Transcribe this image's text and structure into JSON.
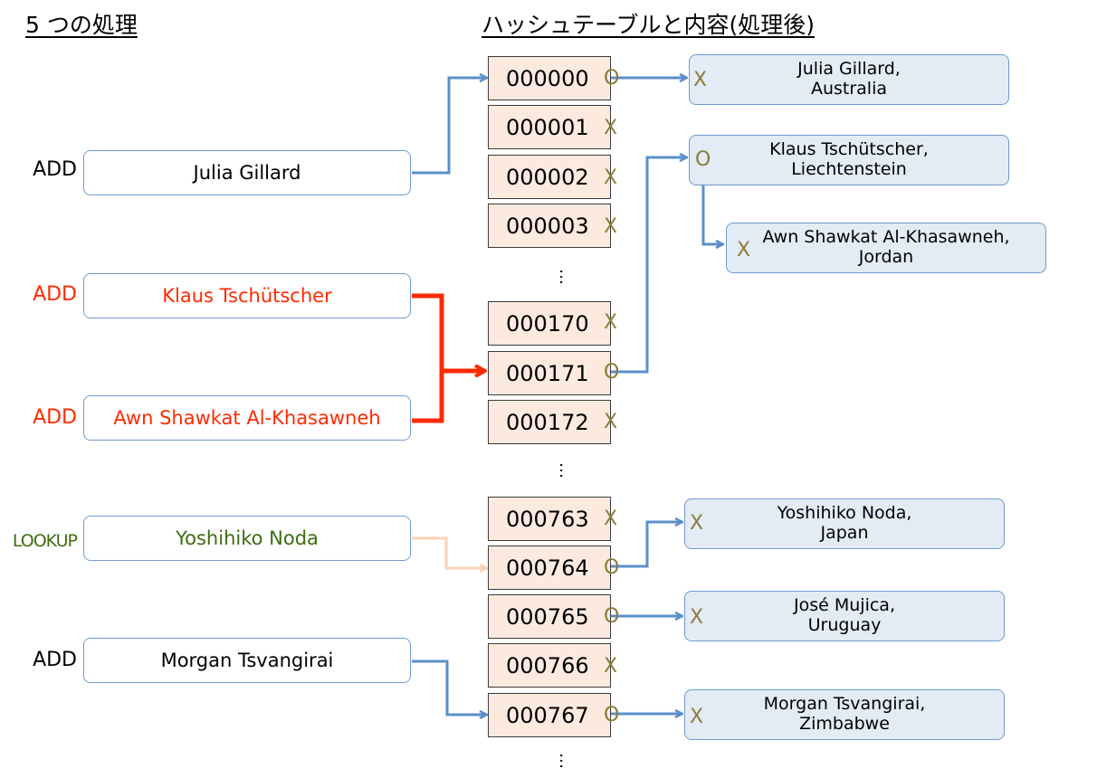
{
  "headings": {
    "operations": "5 つの処理",
    "table": "ハッシュテーブルと内容(処理後)"
  },
  "colors": {
    "add": "#000000",
    "add_collision": "#ff2a00",
    "lookup": "#3c6e12",
    "link": "#5b8fc9",
    "lookup_link": "#f9d3b7",
    "mark": "#8a7c3a",
    "slot_fill": "#fdeadf",
    "entry_fill": "#e3ebf5"
  },
  "operations": [
    {
      "op": "ADD",
      "name": "Julia Gillard",
      "color": "#000000",
      "target_slot": "000000"
    },
    {
      "op": "ADD",
      "name": "Klaus Tschütscher",
      "color": "#ff2a00",
      "target_slot": "000171"
    },
    {
      "op": "ADD",
      "name": "Awn Shawkat Al-Khasawneh",
      "color": "#ff2a00",
      "target_slot": "000171"
    },
    {
      "op": "LOOKUP",
      "name": "Yoshihiko Noda",
      "color": "#3c6e12",
      "target_slot": "000764"
    },
    {
      "op": "ADD",
      "name": "Morgan Tsvangirai",
      "color": "#000000",
      "target_slot": "000767"
    }
  ],
  "slots": [
    {
      "key": "000000",
      "mark": "O"
    },
    {
      "key": "000001",
      "mark": "X"
    },
    {
      "key": "000002",
      "mark": "X"
    },
    {
      "key": "000003",
      "mark": "X"
    },
    {
      "key": "000170",
      "mark": "X"
    },
    {
      "key": "000171",
      "mark": "O"
    },
    {
      "key": "000172",
      "mark": "X"
    },
    {
      "key": "000763",
      "mark": "X"
    },
    {
      "key": "000764",
      "mark": "O"
    },
    {
      "key": "000765",
      "mark": "O"
    },
    {
      "key": "000766",
      "mark": "X"
    },
    {
      "key": "000767",
      "mark": "O"
    }
  ],
  "ellipsis": "…",
  "entries": [
    {
      "line1": "Julia Gillard,",
      "line2": "Australia",
      "mark": "X",
      "slot": "000000"
    },
    {
      "line1": "Klaus Tschütscher,",
      "line2": "Liechtenstein",
      "mark": "O",
      "slot": "000171"
    },
    {
      "line1": "Awn Shawkat Al-Khasawneh,",
      "line2": "Jordan",
      "mark": "X",
      "slot": "000171",
      "chained_from": "Klaus Tschütscher"
    },
    {
      "line1": "Yoshihiko Noda,",
      "line2": "Japan",
      "mark": "X",
      "slot": "000764"
    },
    {
      "line1": "José Mujica,",
      "line2": "Uruguay",
      "mark": "X",
      "slot": "000765"
    },
    {
      "line1": "Morgan Tsvangirai,",
      "line2": "Zimbabwe",
      "mark": "X",
      "slot": "000767"
    }
  ]
}
